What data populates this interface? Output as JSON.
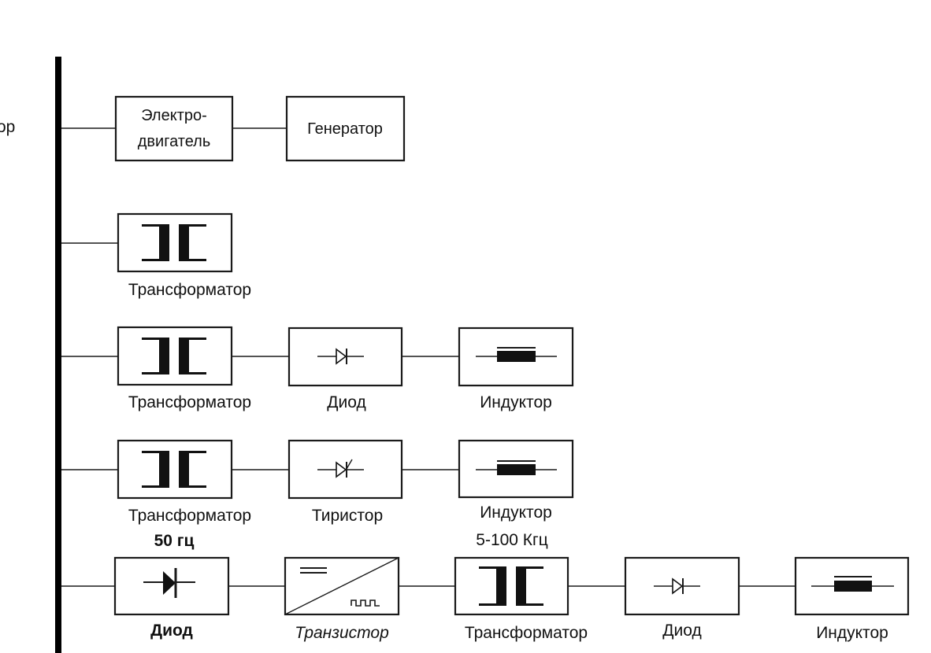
{
  "bus_label_fragment": "ор",
  "rows": [
    {
      "blocks": [
        "Электро-двигатель",
        "Генератор"
      ]
    },
    {
      "labels": [
        "Трансформатор"
      ]
    },
    {
      "labels": [
        "Трансформатор",
        "Диод",
        "Индуктор"
      ]
    },
    {
      "labels": [
        "Трансформатор",
        "Тиристор",
        "Индуктор"
      ]
    },
    {
      "labels": [
        "Диод",
        "Транзистор",
        "Трансформатор",
        "Диод",
        "Индуктор"
      ],
      "annotations": [
        "50 гц",
        "5-100 Кгц"
      ]
    }
  ],
  "motor_lines": [
    "Электро-",
    "двигатель"
  ],
  "generator_label": "Генератор"
}
